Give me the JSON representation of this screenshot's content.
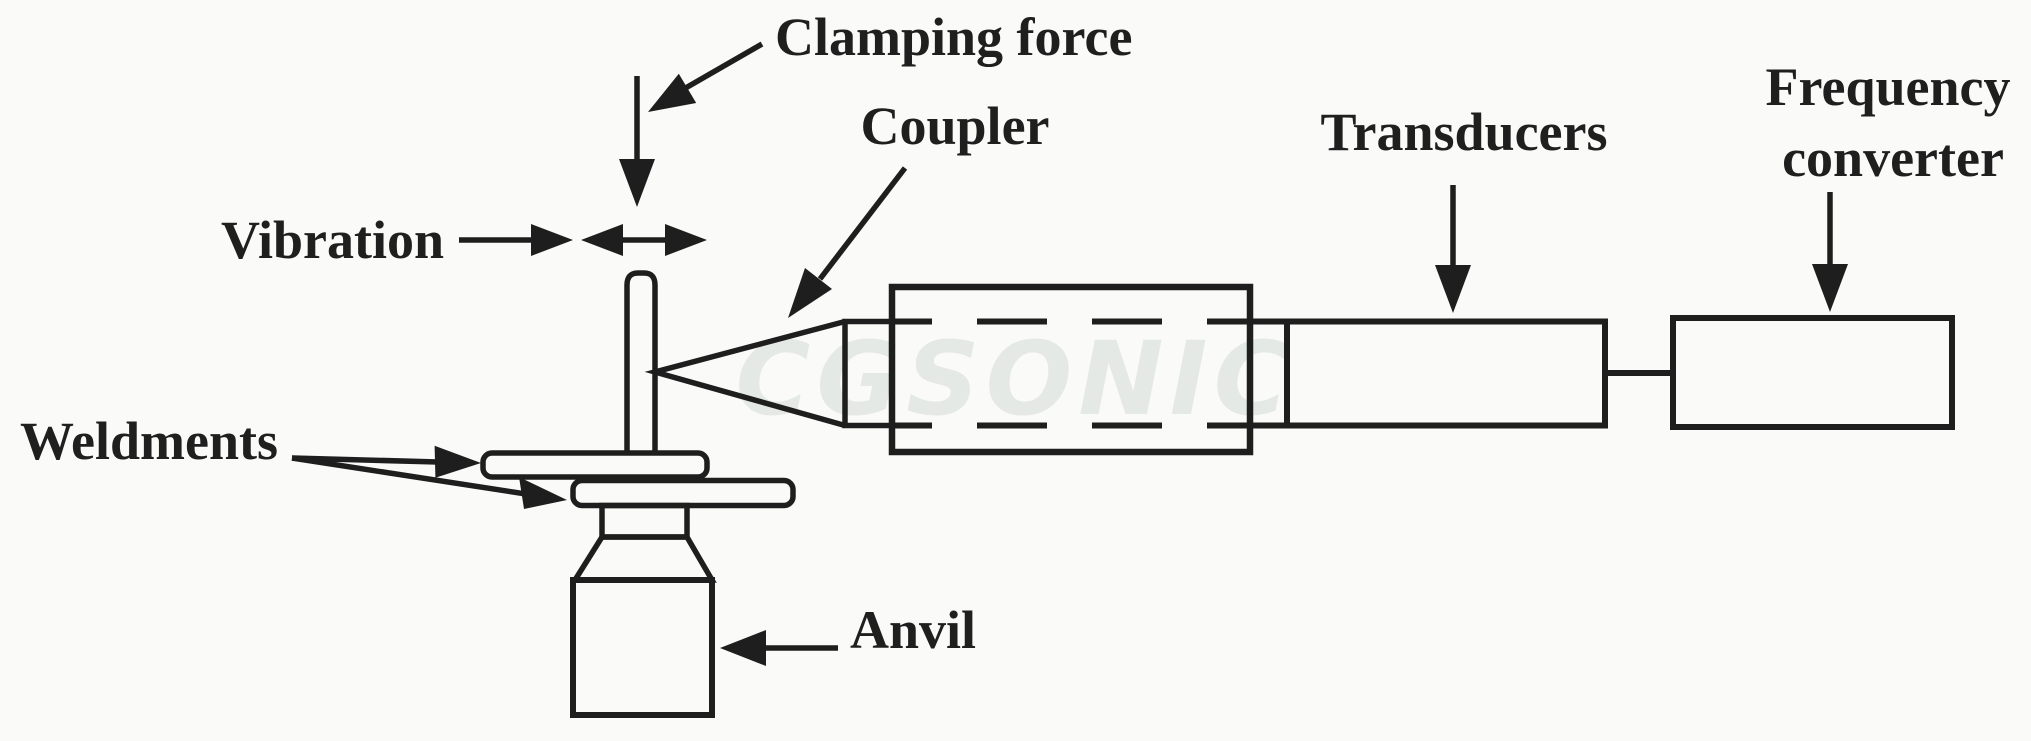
{
  "diagram": {
    "type": "ultrasonic-welding-schematic",
    "labels": {
      "clamping_force": "Clamping force",
      "coupler": "Coupler",
      "transducers": "Transducers",
      "frequency_converter_line1": "Frequency",
      "frequency_converter_line2": "converter",
      "vibration": "Vibration",
      "weldments": "Weldments",
      "anvil": "Anvil"
    },
    "watermark": "CGSONIC",
    "colors": {
      "ink": "#1e1e1e",
      "background": "#fafaf9",
      "watermark": "#e4e9e5"
    }
  }
}
